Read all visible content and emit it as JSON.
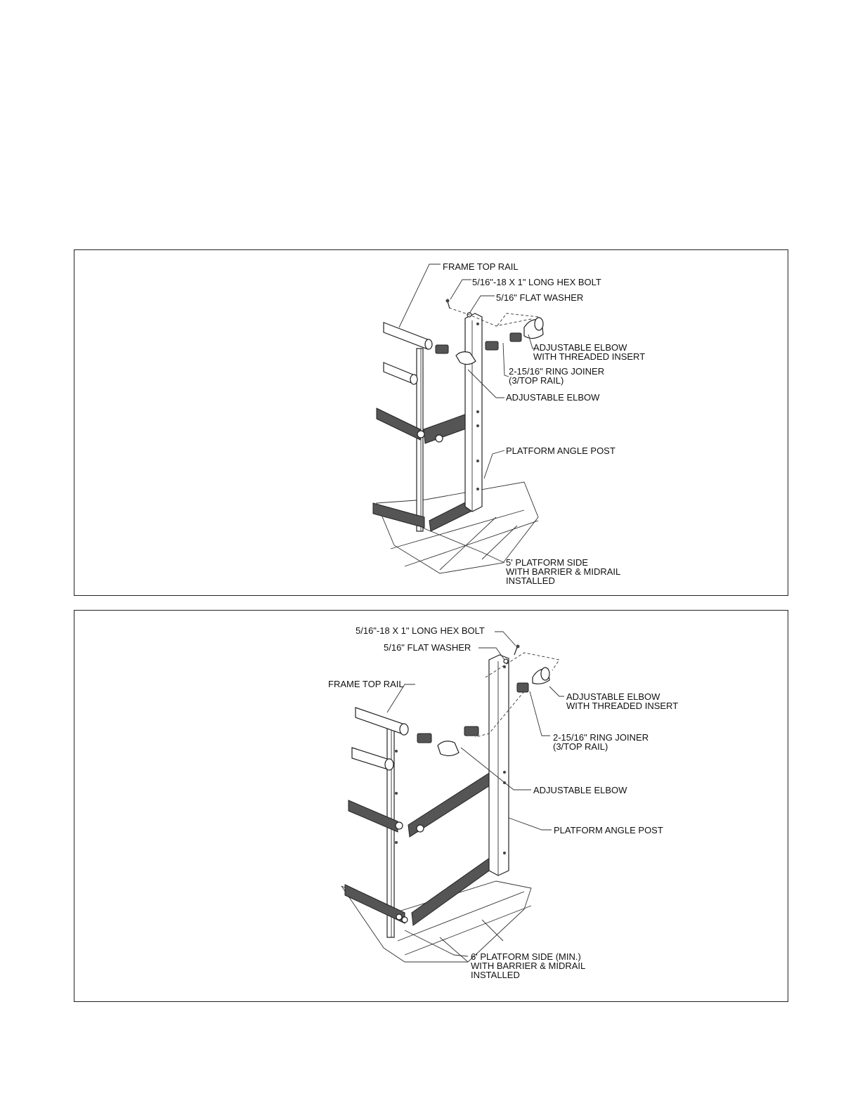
{
  "figure1": {
    "labels": {
      "frame_top_rail": "FRAME TOP RAIL",
      "hex_bolt": "5/16\"-18 X 1\" LONG HEX BOLT",
      "flat_washer": "5/16\" FLAT WASHER",
      "adjustable_elbow_threaded": "ADJUSTABLE ELBOW\nWITH THREADED INSERT",
      "ring_joiner": "2-15/16\" RING JOINER\n(3/TOP RAIL)",
      "adjustable_elbow": "ADJUSTABLE ELBOW",
      "platform_angle_post": "PLATFORM ANGLE POST",
      "platform_side": "5' PLATFORM SIDE\nWITH BARRIER & MIDRAIL\nINSTALLED"
    }
  },
  "figure2": {
    "labels": {
      "hex_bolt": "5/16\"-18 X 1\" LONG HEX BOLT",
      "flat_washer": "5/16\" FLAT WASHER",
      "frame_top_rail": "FRAME TOP RAIL",
      "adjustable_elbow_threaded": "ADJUSTABLE ELBOW\nWITH THREADED INSERT",
      "ring_joiner": "2-15/16\" RING JOINER\n(3/TOP RAIL)",
      "adjustable_elbow": "ADJUSTABLE ELBOW",
      "platform_angle_post": "PLATFORM ANGLE POST",
      "platform_side": "6' PLATFORM SIDE (MIN.)\nWITH BARRIER & MIDRAIL\nINSTALLED"
    }
  }
}
